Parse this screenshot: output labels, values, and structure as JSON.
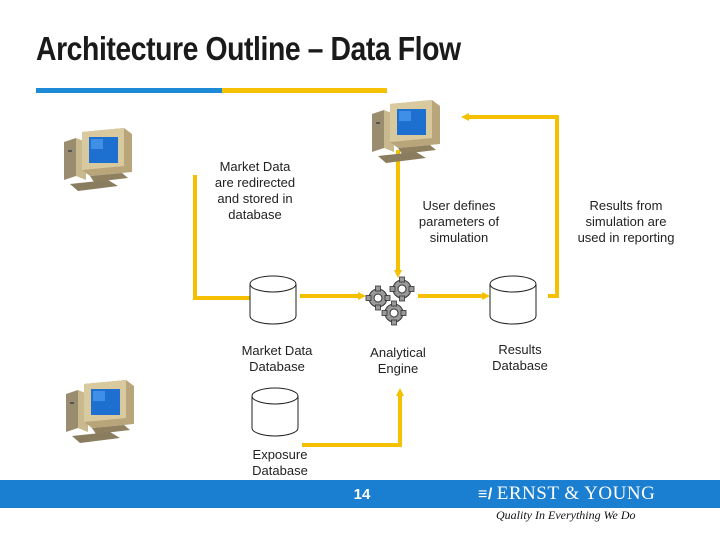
{
  "slide": {
    "title": "Architecture Outline – Data Flow",
    "page_number": "14"
  },
  "labels": {
    "market_data_redirect": "Market Data\nare redirected\nand stored in\ndatabase",
    "user_defines": "User defines\nparameters of\nsimulation",
    "results_reporting": "Results from\nsimulation are\nused in reporting",
    "market_db": "Market Data\nDatabase",
    "analytical_engine": "Analytical\nEngine",
    "results_db": "Results\nDatabase",
    "exposure_db": "Exposure\nDatabase"
  },
  "footer": {
    "brand": "ERNST & YOUNG",
    "brand_mark": "≡/",
    "tagline": "Quality In Everything We Do"
  },
  "colors": {
    "arrow": "#f5c000",
    "footer": "#1a7fd0",
    "accent_blue": "#1e8ad6"
  }
}
